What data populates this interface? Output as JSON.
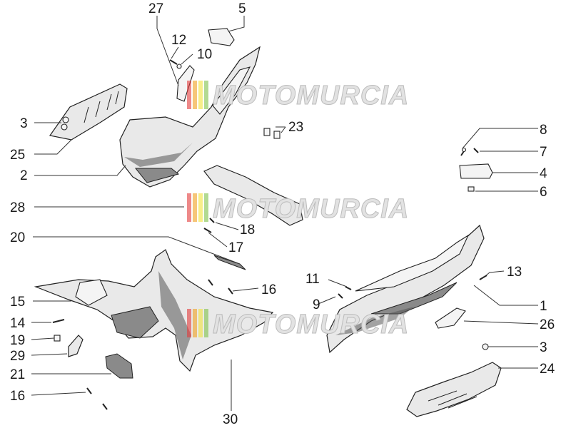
{
  "watermark": {
    "text": "MOTOMURCIA",
    "stripe_colors": [
      "#e23b3b",
      "#f0a020",
      "#f2e33a",
      "#7fc24a"
    ]
  },
  "labels": {
    "n27": "27",
    "n5": "5",
    "n12": "12",
    "n10": "10",
    "n3a": "3",
    "n25": "25",
    "n2": "2",
    "n23": "23",
    "n8": "8",
    "n7": "7",
    "n4": "4",
    "n6": "6",
    "n28": "28",
    "n18": "18",
    "n20": "20",
    "n17": "17",
    "n11": "11",
    "n13": "13",
    "n16a": "16",
    "n15": "15",
    "n1": "1",
    "n9": "9",
    "n14": "14",
    "n26": "26",
    "n19": "19",
    "n3b": "3",
    "n29": "29",
    "n24": "24",
    "n21": "21",
    "n16b": "16",
    "n30": "30"
  }
}
